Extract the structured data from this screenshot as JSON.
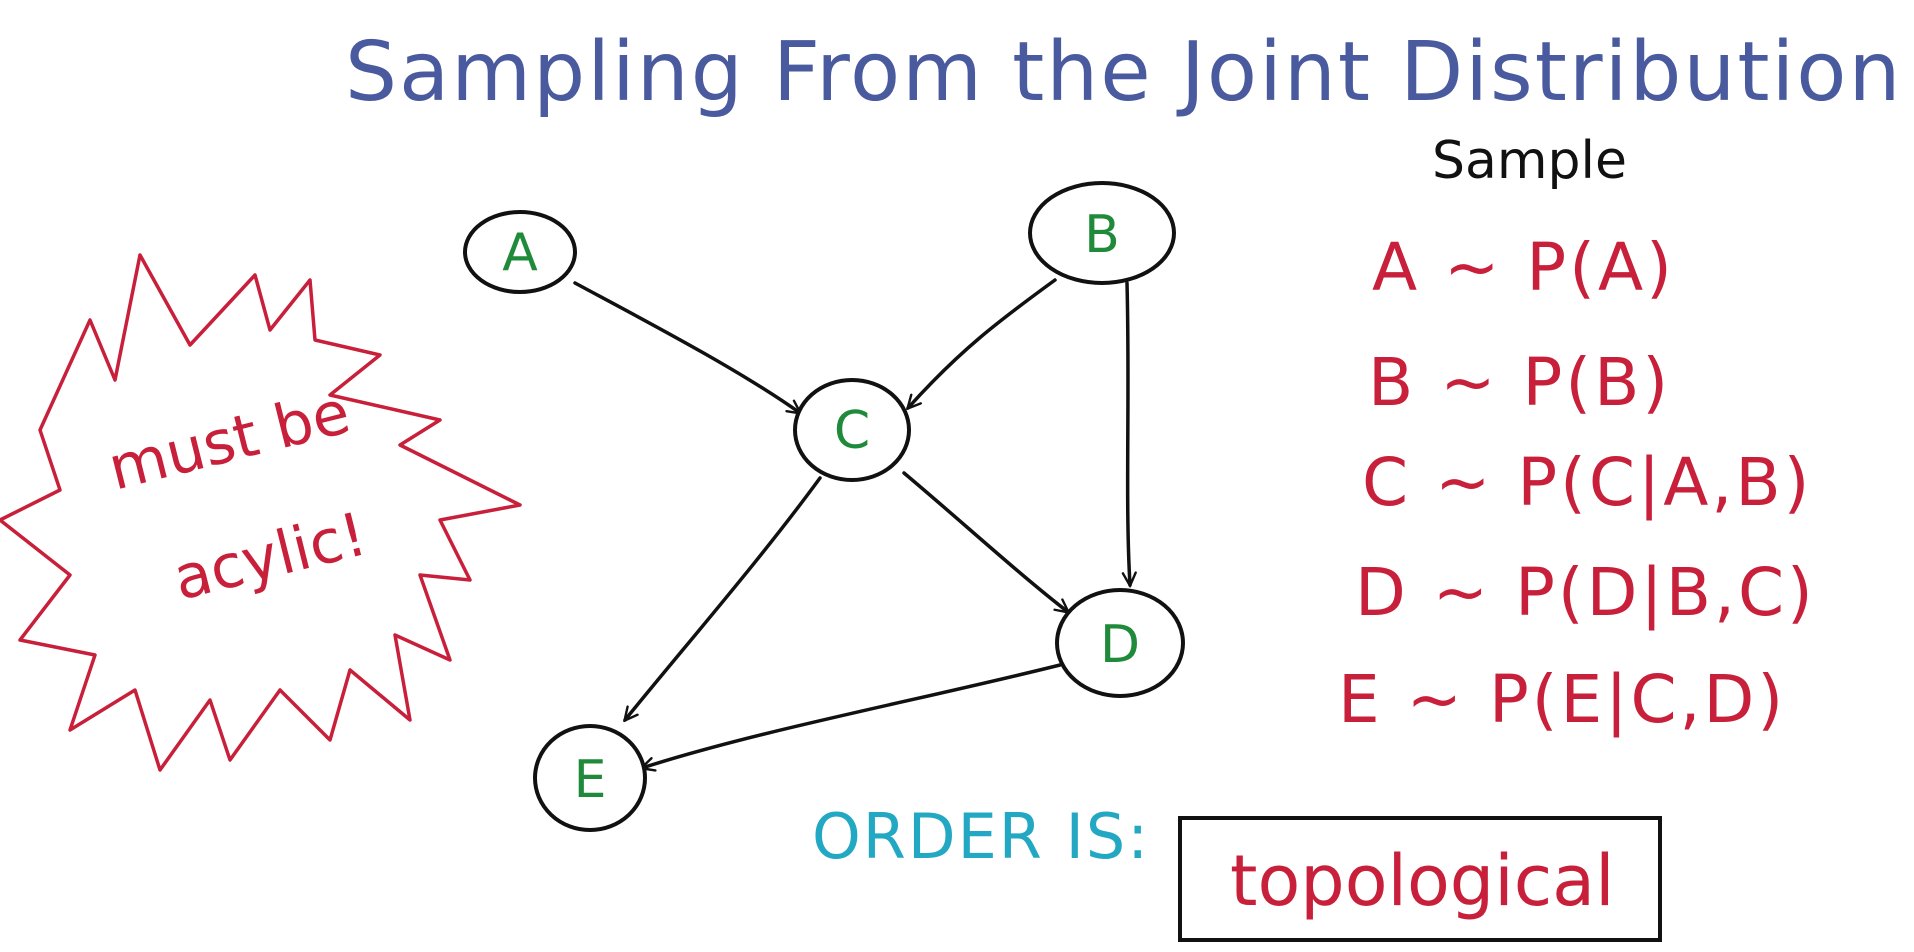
{
  "title": "Sampling From the Joint Distribution",
  "sample_heading": "Sample",
  "nodes": [
    {
      "id": "A",
      "label": "A"
    },
    {
      "id": "B",
      "label": "B"
    },
    {
      "id": "C",
      "label": "C"
    },
    {
      "id": "D",
      "label": "D"
    },
    {
      "id": "E",
      "label": "E"
    }
  ],
  "edges": [
    {
      "from": "A",
      "to": "C"
    },
    {
      "from": "B",
      "to": "C"
    },
    {
      "from": "B",
      "to": "D"
    },
    {
      "from": "C",
      "to": "D"
    },
    {
      "from": "C",
      "to": "E"
    },
    {
      "from": "D",
      "to": "E"
    }
  ],
  "sampling_steps": [
    "A ~ P(A)",
    "B ~ P(B)",
    "C ~ P(C|A,B)",
    "D ~ P(D|B,C)",
    "E ~ P(E|C,D)"
  ],
  "burst": {
    "line1": "must be",
    "line2": "acylic!"
  },
  "order": {
    "label": "ORDER IS:",
    "value": "topological"
  },
  "colors": {
    "title": "#4a5a9e",
    "equations": "#c8203a",
    "node_labels": "#1f8a3a",
    "order_label": "#23a8c4",
    "ink": "#111111"
  }
}
